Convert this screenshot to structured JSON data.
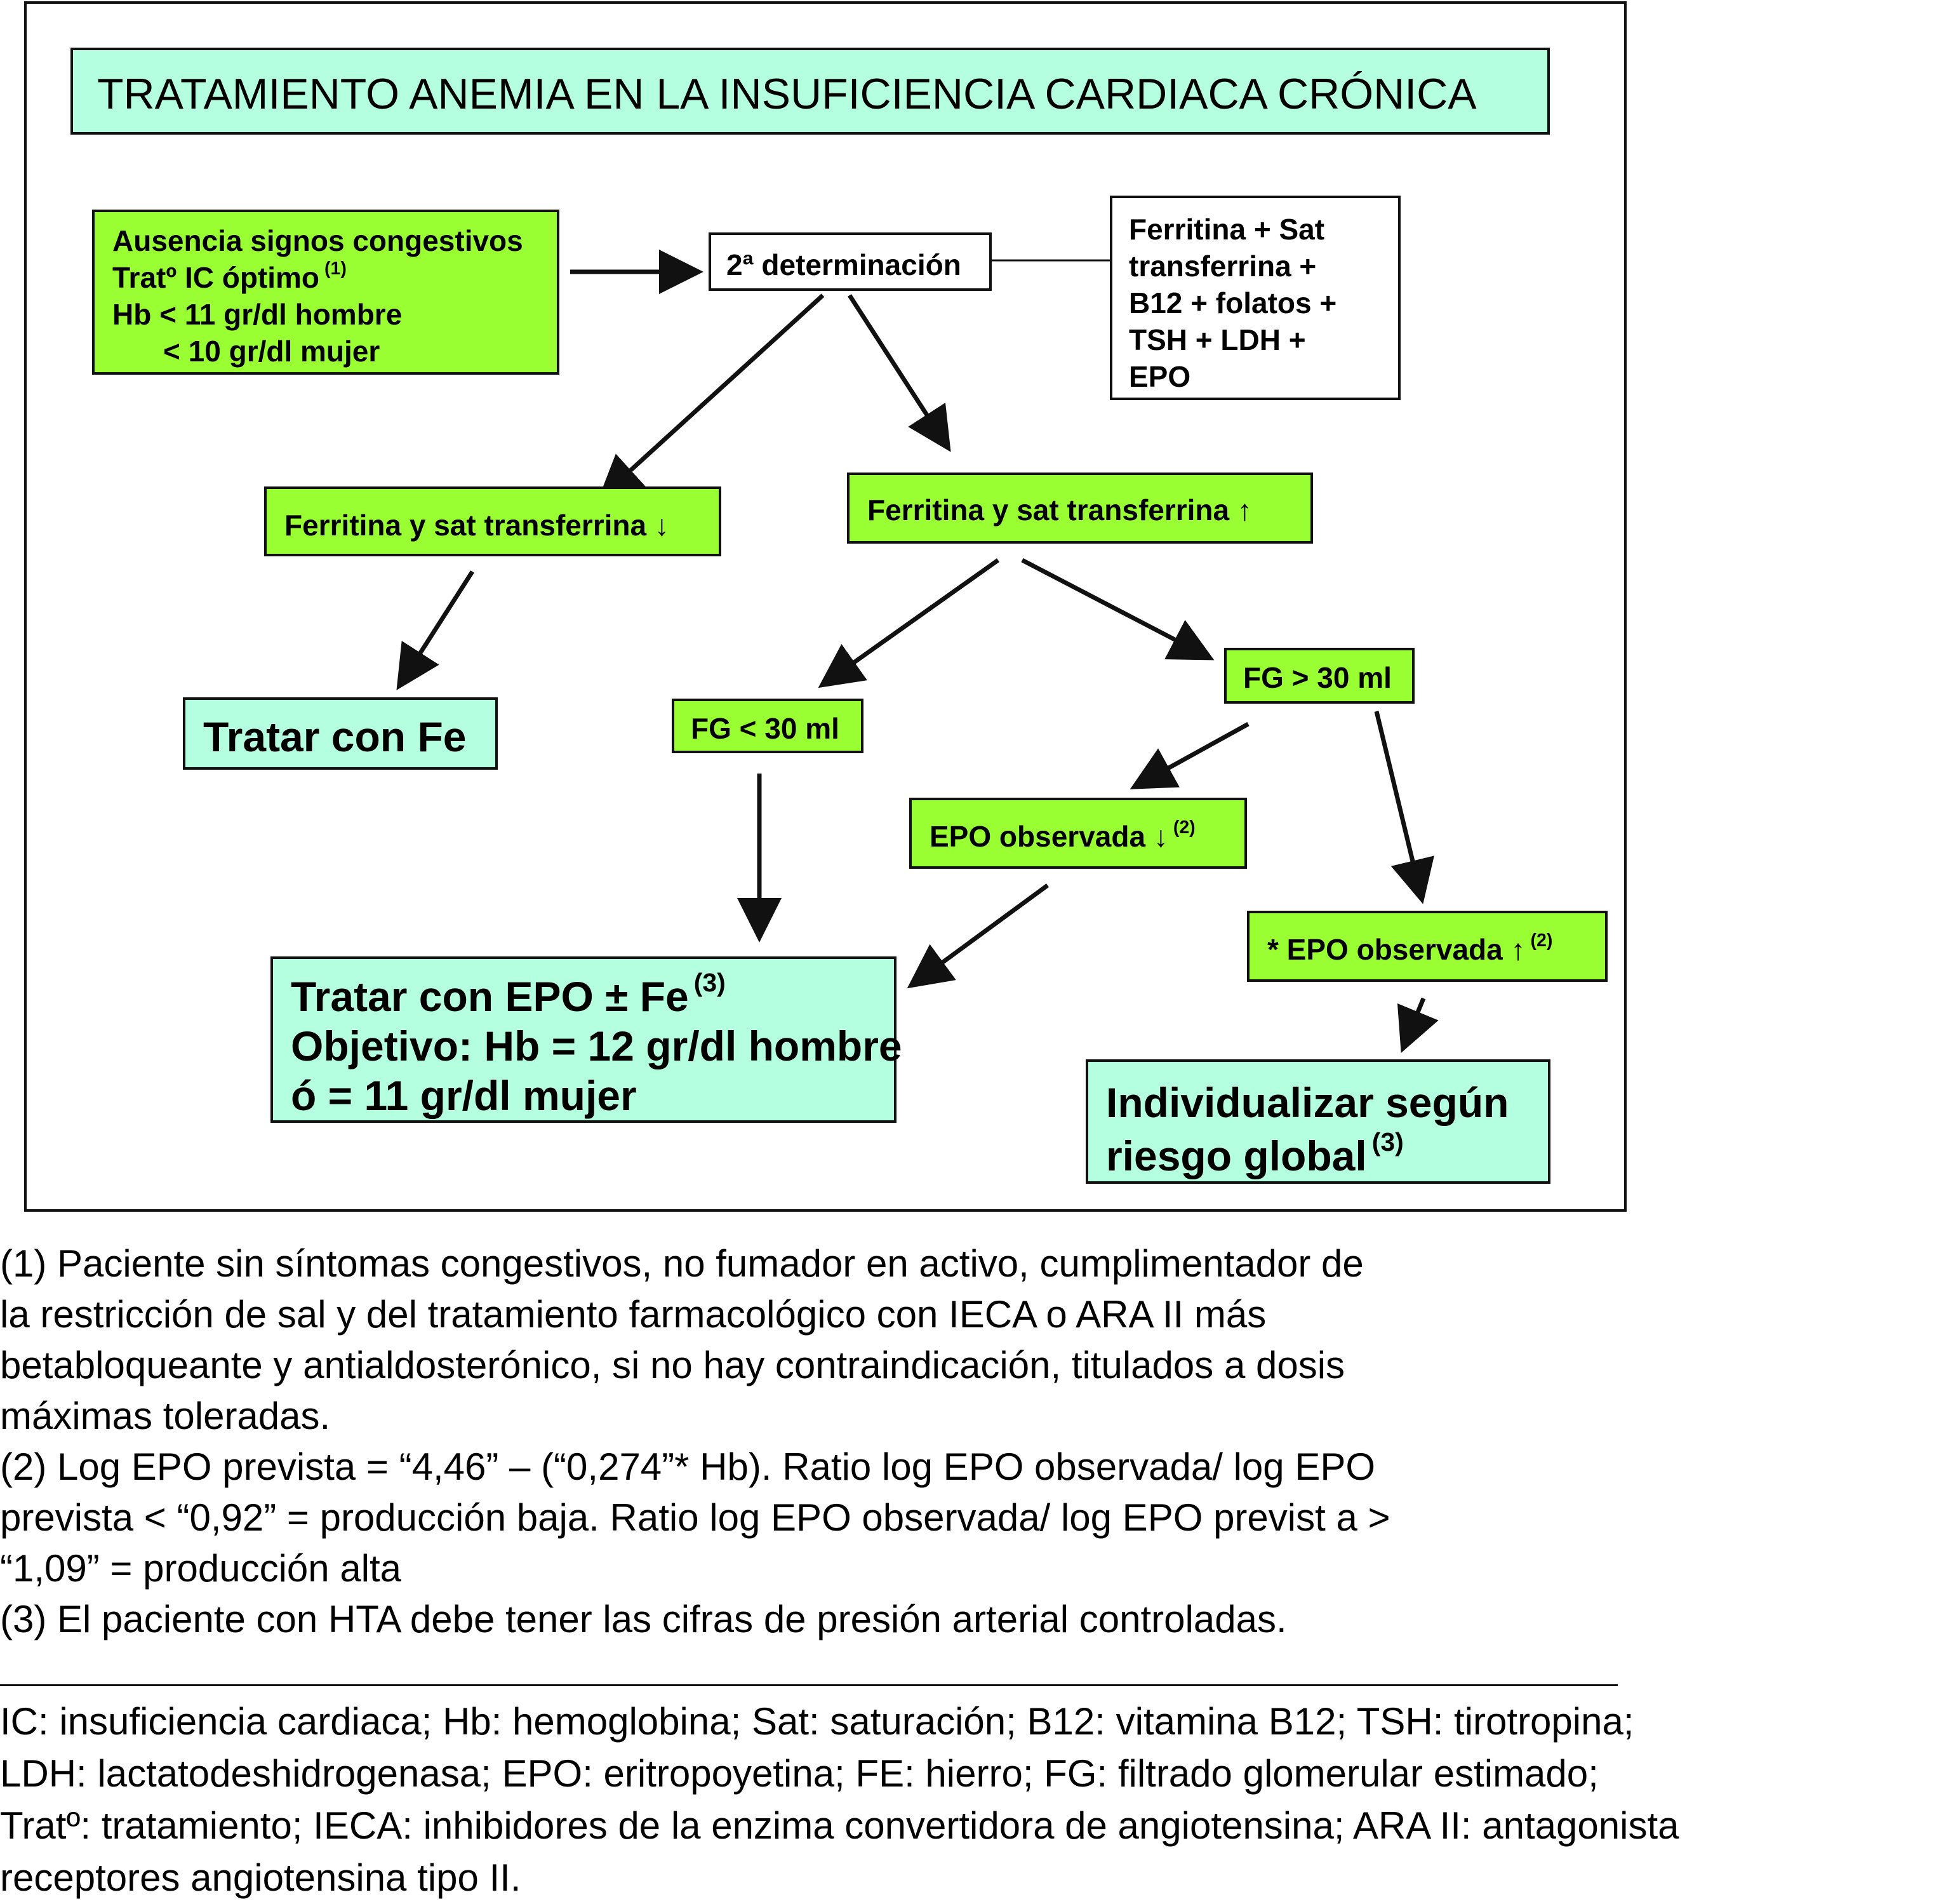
{
  "title": "TRATAMIENTO ANEMIA EN LA INSUFICIENCIA CARDIACA CRÓNICA",
  "nodes": {
    "start": {
      "line1": "Ausencia signos congestivos",
      "line2": "Tratº IC óptimo",
      "line2_ref": "(1)",
      "line3": "Hb < 11 gr/dl hombre",
      "line4": "< 10 gr/dl mujer"
    },
    "second": {
      "label": "2ª determinación"
    },
    "tests": {
      "line1": "Ferritina + Sat",
      "line2": "transferrina +",
      "line3": "B12 + folatos +",
      "line4": "TSH + LDH +",
      "line5": "EPO"
    },
    "ferr_low": {
      "label": "Ferritina  y sat transferrina ↓"
    },
    "ferr_high": {
      "label": "Ferritina  y sat transferrina ↑"
    },
    "treat_fe": {
      "label": "Tratar con Fe"
    },
    "fg_low": {
      "label": "FG < 30 ml"
    },
    "fg_high": {
      "label": "FG > 30 ml"
    },
    "epo_low": {
      "label": "EPO observada ↓",
      "ref": "(2)"
    },
    "epo_high": {
      "label": "* EPO observada ↑",
      "ref": "(2)"
    },
    "treat_epo": {
      "line1": "Tratar con EPO ± Fe",
      "line1_ref": "(3)",
      "line2": "Objetivo: Hb = 12 gr/dl hombre",
      "line3": "ó = 11 gr/dl mujer"
    },
    "individual": {
      "line1": "Individualizar según",
      "line2": "riesgo global",
      "line2_ref": "(3)"
    }
  },
  "notes": [
    "(1) Paciente sin síntomas congestivos, no fumador en activo, cumplimentador de",
    "la restricción de sal y del tratamiento farmacológico con IECA  o ARA II más",
    "betabloqueante y antialdosterónico, si no hay contraindicación, titulados a dosis",
    "máximas toleradas.",
    "(2) Log EPO prevista = “4,46” – (“0,274”* Hb). Ratio log EPO observada/ log EPO",
    "prevista < “0,92” = producción baja. Ratio log EPO observada/ log EPO previst a >",
    "“1,09” = producción alta",
    "(3) El paciente con HTA debe tener las cifras de presión arterial controladas."
  ],
  "abbreviations": [
    "IC: insuficiencia cardiaca; Hb: hemoglobina; Sat: saturación; B12: vitamina B12; TSH: tirotropina;",
    "LDH: lactatodeshidrogenasa; EPO: eritropoyetina; FE: hierro; FG: filtrado glomerular estimado;",
    "Tratº: tratamiento; IECA: inhibidores de la enzima convertidora de angiotensina; ARA II: antagonista",
    "receptores angiotensina tipo II."
  ],
  "colors": {
    "node_green": "#99ff33",
    "node_mint": "#b3ffe0",
    "border": "#111111"
  }
}
